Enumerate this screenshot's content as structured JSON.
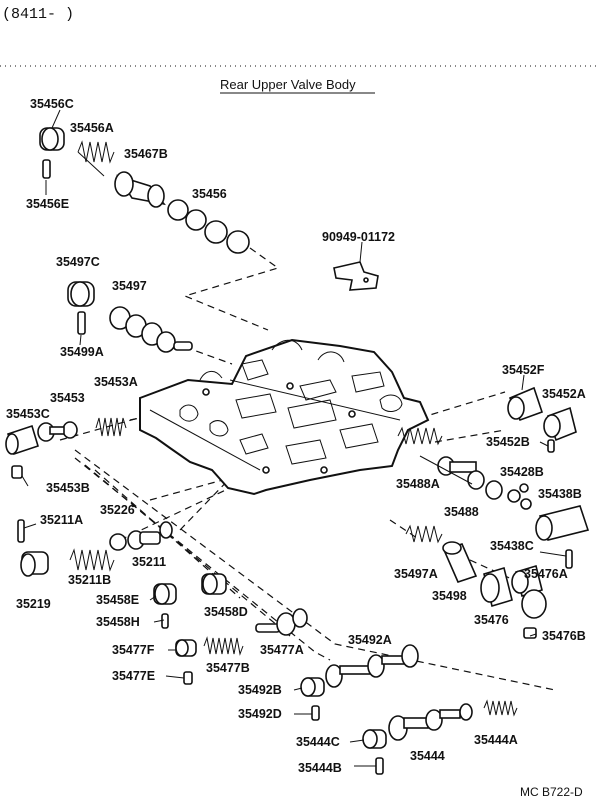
{
  "header": {
    "code": "(8411-      )"
  },
  "title": "Rear Upper Valve Body",
  "figure_id": "MC B722-D",
  "parts": {
    "p35456C": "35456C",
    "p35456A": "35456A",
    "p35467B": "35467B",
    "p35456": "35456",
    "p35456E": "35456E",
    "p90949": "90949-01172",
    "p35497C": "35497C",
    "p35497": "35497",
    "p35499A": "35499A",
    "p35453A": "35453A",
    "p35453": "35453",
    "p35453C": "35453C",
    "p35453B": "35453B",
    "p35452F": "35452F",
    "p35452A": "35452A",
    "p35452B": "35452B",
    "p35428B": "35428B",
    "p35488A": "35488A",
    "p35438B": "35438B",
    "p35488": "35488",
    "p35211A": "35211A",
    "p35226": "35226",
    "p35438C": "35438C",
    "p35211B": "35211B",
    "p35211": "35211",
    "p35497A": "35497A",
    "p35476A": "35476A",
    "p35219": "35219",
    "p35458E": "35458E",
    "p35498": "35498",
    "p35476": "35476",
    "p35458D": "35458D",
    "p35458H": "35458H",
    "p35476B": "35476B",
    "p35477F": "35477F",
    "p35477A": "35477A",
    "p35492A": "35492A",
    "p35477B": "35477B",
    "p35477E": "35477E",
    "p35492B": "35492B",
    "p35492D": "35492D",
    "p35444C": "35444C",
    "p35444A": "35444A",
    "p35444": "35444",
    "p35444B": "35444B"
  }
}
